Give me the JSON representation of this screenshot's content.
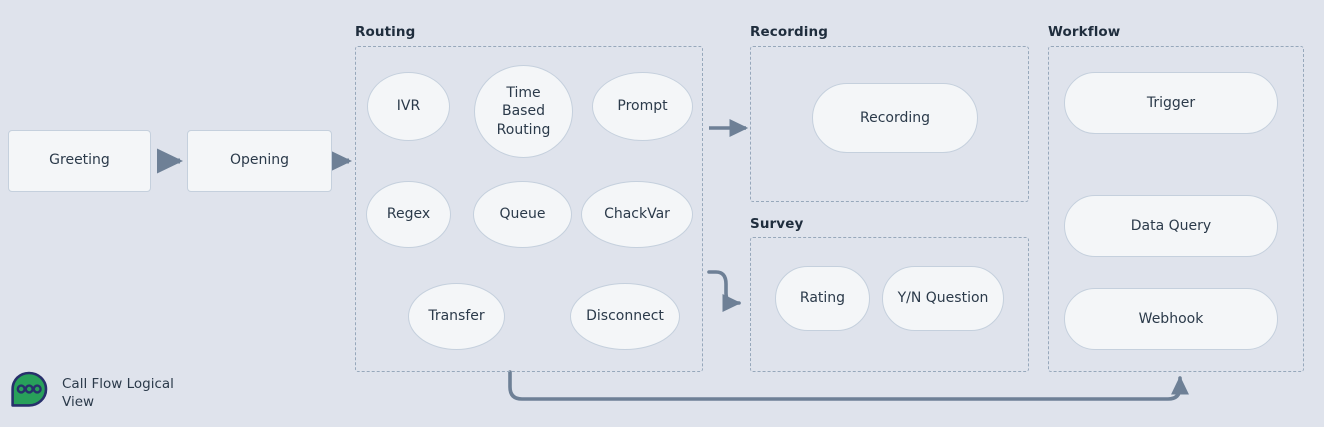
{
  "diagram": {
    "title": "Call Flow Logical View",
    "background_color": "#dfe3ec",
    "node_fill": "#f4f6f8",
    "node_border": "#c5d0dd",
    "group_border": "#97a8bb",
    "connector_color": "#6e8096",
    "text_color": "#2b3a4a",
    "accent_green": "#28a05a",
    "accent_navy": "#27306b"
  },
  "entry_nodes": [
    {
      "id": "greeting",
      "label": "Greeting"
    },
    {
      "id": "opening",
      "label": "Opening"
    }
  ],
  "groups": {
    "routing": {
      "label": "Routing",
      "nodes": [
        {
          "id": "ivr",
          "label": "IVR"
        },
        {
          "id": "time-based-routing",
          "label": "Time Based Routing"
        },
        {
          "id": "prompt",
          "label": "Prompt"
        },
        {
          "id": "regex",
          "label": "Regex"
        },
        {
          "id": "queue",
          "label": "Queue"
        },
        {
          "id": "chackvar",
          "label": "ChackVar"
        },
        {
          "id": "transfer",
          "label": "Transfer"
        },
        {
          "id": "disconnect",
          "label": "Disconnect"
        }
      ]
    },
    "recording": {
      "label": "Recording",
      "nodes": [
        {
          "id": "recording",
          "label": "Recording"
        }
      ]
    },
    "survey": {
      "label": "Survey",
      "nodes": [
        {
          "id": "rating",
          "label": "Rating"
        },
        {
          "id": "yn-question",
          "label": "Y/N Question"
        }
      ]
    },
    "workflow": {
      "label": "Workflow",
      "nodes": [
        {
          "id": "trigger",
          "label": "Trigger"
        },
        {
          "id": "data-query",
          "label": "Data Query"
        },
        {
          "id": "webhook",
          "label": "Webhook"
        }
      ]
    }
  },
  "connectors": [
    {
      "id": "greeting-to-opening",
      "from": "greeting",
      "to": "opening",
      "style": "straight-arrow"
    },
    {
      "id": "opening-to-routing",
      "from": "opening",
      "to": "routing",
      "style": "straight-arrow"
    },
    {
      "id": "routing-to-recording",
      "from": "routing",
      "to": "recording",
      "style": "straight-arrow"
    },
    {
      "id": "routing-to-survey",
      "from": "routing",
      "to": "survey",
      "style": "s-curve-arrow"
    },
    {
      "id": "routing-to-workflow",
      "from": "routing",
      "to": "workflow",
      "style": "elbow-loop-arrow"
    }
  ],
  "legend": {
    "icon": "chat-bubble-three-dots-icon",
    "line1": "Call Flow Logical",
    "line2": "View"
  }
}
